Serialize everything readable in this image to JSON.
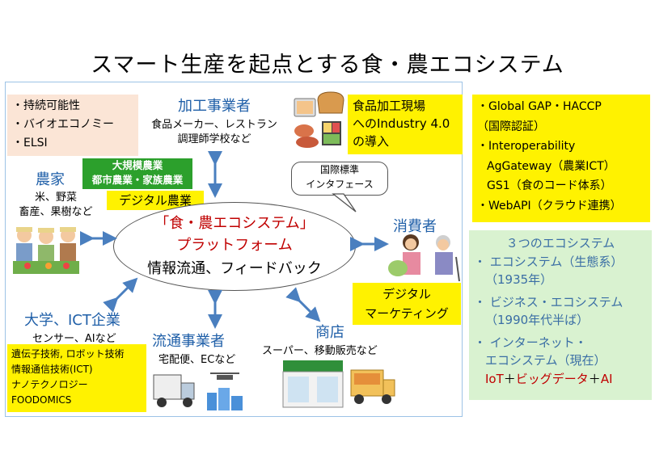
{
  "title": "スマート生産を起点とする食・農エコシステム",
  "left_box": [
    "・持続可能性",
    "・バイオエコノミー",
    "・ELSI"
  ],
  "processor": {
    "label": "加工事業者",
    "desc": [
      "食品メーカー、レストラン",
      "調理師学校など"
    ]
  },
  "industry_box": [
    "食品加工現場",
    "へのIndustry 4.0",
    "の導入"
  ],
  "right_top_box": [
    "・Global GAP・HACCP",
    "（国際認証）",
    "・Interoperability",
    "AgGateway（農業ICT）",
    "GS1（食のコード体系）",
    "・WebAPI（クラウド連携）"
  ],
  "farmer": {
    "label": "農家",
    "desc": [
      "米、野菜",
      "畜産、果樹など"
    ]
  },
  "green_box": [
    "大規模農業",
    "都市農業・家族農業"
  ],
  "digital_agri": "デジタル農業",
  "bubble": [
    "国際標準",
    "インタフェース"
  ],
  "platform": {
    "line1": "「食・農エコシステム」",
    "line2": "プラットフォーム",
    "line3": "情報流通、フィードバック"
  },
  "consumer": {
    "label": "消費者"
  },
  "digital_marketing": [
    "デジタル",
    "マーケティング"
  ],
  "university": {
    "label": "大学、ICT企業",
    "desc": "センサー、AIなど"
  },
  "tech_box": [
    "遺伝子技術, ロボット技術",
    "情報通信技術(ICT)",
    "ナノテクノロジー",
    "FOODOMICS"
  ],
  "distributor": {
    "label": "流通事業者",
    "desc": "宅配便、ECなど"
  },
  "shop": {
    "label": "商店",
    "desc": "スーパー、移動販売など"
  },
  "eco_box": {
    "heading": "３つのエコシステム",
    "items": [
      {
        "line1": "・ エコシステム（生態系）",
        "line2": "（1935年）"
      },
      {
        "line1": "・ ビジネス・エコシステム",
        "line2": "（1990年代半ば）"
      },
      {
        "line1": "・ インターネット・",
        "line2": "エコシステム（現在）"
      }
    ],
    "last": {
      "iot": "IoT",
      "plus1": "＋",
      "bigdata": "ビッグデータ",
      "plus2": "＋",
      "ai": "AI"
    }
  }
}
